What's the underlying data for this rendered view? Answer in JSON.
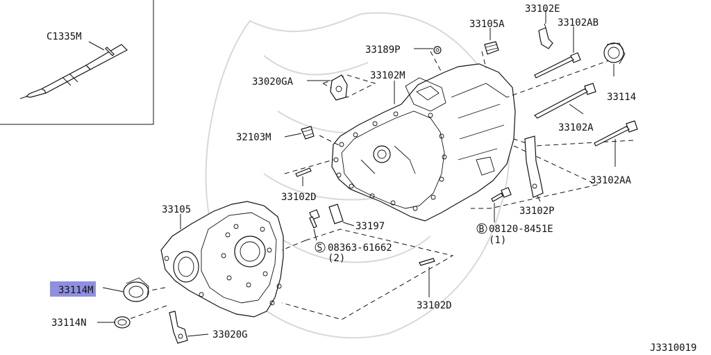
{
  "diagram_code": "J3310019",
  "inset": {
    "part": "C1335M"
  },
  "callouts": {
    "p33102E": "33102E",
    "p33105A": "33105A",
    "p33102AB": "33102AB",
    "p33189P": "33189P",
    "p33114_top": "33114",
    "p33102M": "33102M",
    "p33020GA": "33020GA",
    "p32103M": "32103M",
    "p33102A": "33102A",
    "p33102AA": "33102AA",
    "p33102D_upper": "33102D",
    "p33102P": "33102P",
    "p08120": "08120-8451E",
    "p08120_qty": "(1)",
    "p08120_marker": "B",
    "p33197": "33197",
    "p08363": "08363-61662",
    "p08363_qty": "(2)",
    "p08363_marker": "S",
    "p33105": "33105",
    "p33114M": "33114M",
    "p33114N": "33114N",
    "p33020G": "33020G",
    "p33102D_lower": "33102D"
  },
  "highlight_color": "#8f8fe0"
}
